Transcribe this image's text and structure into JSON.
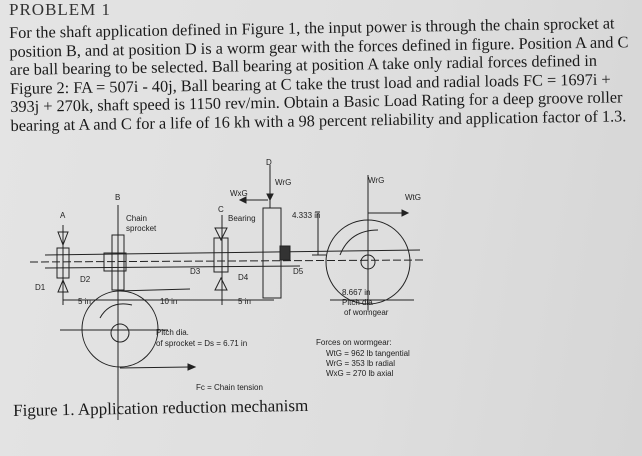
{
  "heading": "PROBLEM 1",
  "paragraph_lines": [
    "For the shaft application defined in Figure 1, the input power is through the chain sprocket at",
    "position B, and at position D is a worm gear with the forces defined in figure. Position A and C",
    "are ball bearing to be selected. Ball bearing at position A take only radial forces defined in",
    "Figure 2:  FA = 507i  - 40j, Ball bearing at C take the trust load and radial loads FC = 1697i +",
    "393j  + 270k, shaft speed is 1150 rev/min. Obtain a Basic Load Rating for a deep groove roller",
    "bearing  at A and C for a life of 16 kh with a 98 percent reliability and application factor of 1.3."
  ],
  "figure": {
    "labels": {
      "A": "A",
      "B": "B",
      "C": "C",
      "D": "D",
      "chain": "Chain",
      "sprocket": "sprocket",
      "bearing": "Bearing",
      "d1": "D1",
      "d2": "D2",
      "d3": "D3",
      "d4": "D4",
      "d5": "D5",
      "wxg": "WxG",
      "wrg": "WrG",
      "wtg": "WtG",
      "wrg2": "WrG",
      "dim_4333": "4.333 in",
      "dim_5a": "5 in",
      "dim_10": "10 in",
      "dim_5b": "5 in",
      "worm_dia": "8.667 in",
      "pitch_dia": "Pitch dia",
      "of_wormgear": "of wormgear",
      "sprocket_pitch1": "Pitch dia.",
      "sprocket_pitch2": "of sprocket = Ds = 6.71 in",
      "chain_tension": "Fc = Chain tension"
    },
    "forces": {
      "title": "Forces on wormgear:",
      "lines": [
        "WtG = 962 lb tangential",
        "WrG = 353 lb radial",
        "WxG = 270 lb axial"
      ]
    },
    "caption": "Figure 1. Application reduction mechanism"
  }
}
